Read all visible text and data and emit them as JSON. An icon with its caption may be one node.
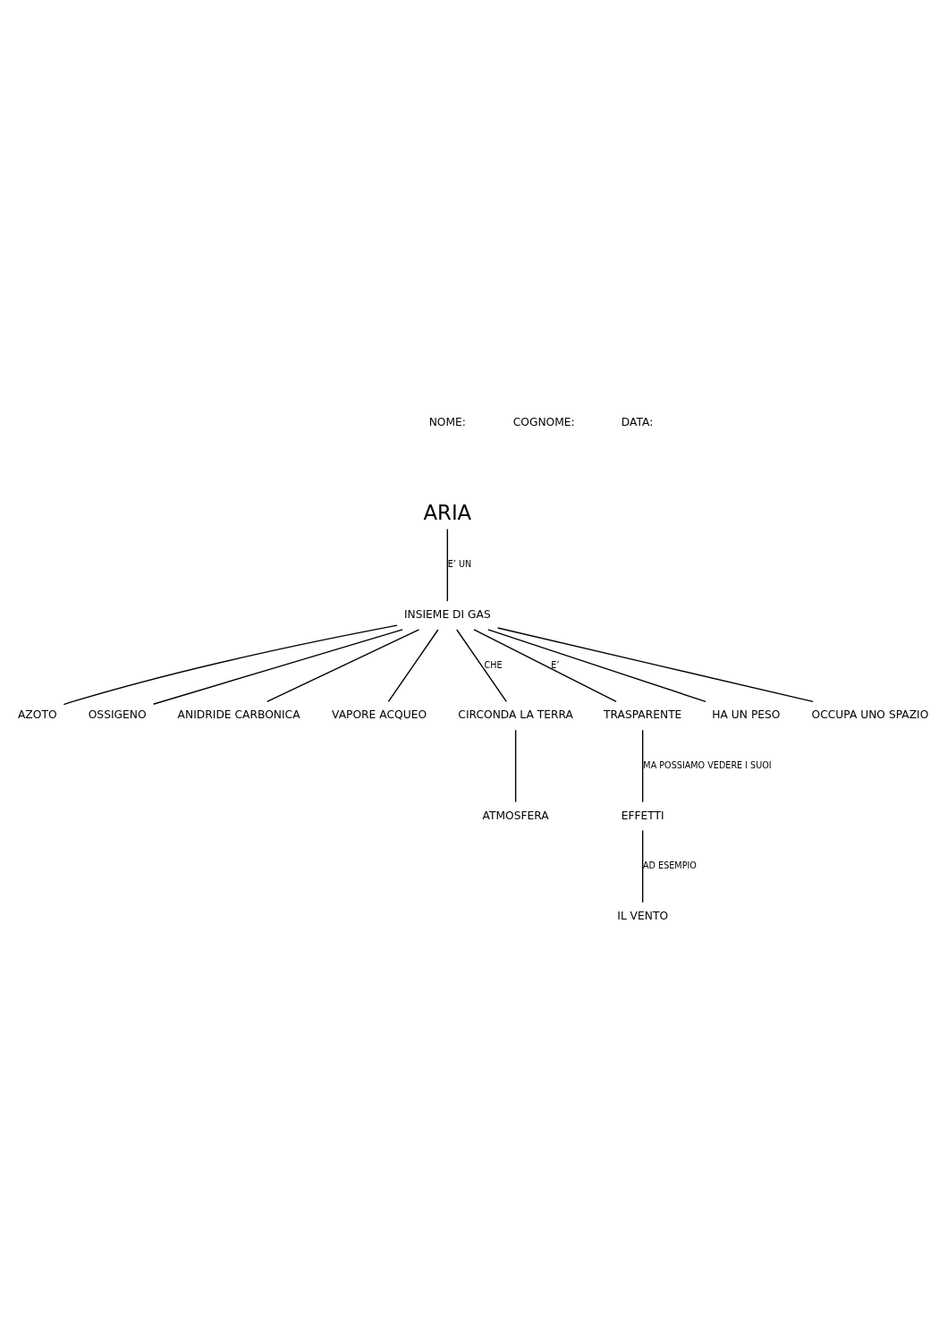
{
  "diagram": {
    "nodes": [
      {
        "text": [
          "ARIA"
        ]
      },
      {
        "text": [
          "INSIEME DI GAS"
        ]
      },
      {
        "text": [
          "AZOTO"
        ]
      },
      {
        "text": [
          "OSSIGENO"
        ]
      },
      {
        "text": [
          "ANIDRIDE CARBONICA"
        ]
      },
      {
        "text": [
          "VAPORE ACQUEO"
        ]
      },
      {
        "text": [
          "CIRCONDA LA TERRA"
        ]
      },
      {
        "text": [
          "TRASPARENTE"
        ]
      },
      {
        "text": [
          "ATMOSFERA"
        ]
      },
      {
        "text": [
          "EFFETTI"
        ]
      },
      {
        "text": [
          "IL VENTO"
        ]
      },
      {
        "text": [
          "HA UN PESO"
        ]
      },
      {
        "text": [
          "OCCUPA UNO SPAZIO"
        ]
      }
    ],
    "edges": [
      {
        "from": 0,
        "to": 1,
        "arrow": "none",
        "label": "E’ UN"
      },
      {
        "from": 1,
        "to": 2,
        "arrow": "none"
      },
      {
        "from": 1,
        "to": 3,
        "arrow": "none"
      },
      {
        "from": 1,
        "to": 4,
        "arrow": "none"
      },
      {
        "from": 1,
        "to": 5,
        "arrow": "none"
      },
      {
        "from": 1,
        "to": 6,
        "arrow": "none",
        "label": "CHE"
      },
      {
        "from": 1,
        "to": 7,
        "arrow": "none",
        "label": "E’"
      },
      {
        "from": 6,
        "to": 8,
        "arrow": "none"
      },
      {
        "from": 7,
        "to": 9,
        "arrow": "none",
        "label": "MA POSSIAMO VEDERE I SUOI"
      },
      {
        "from": 9,
        "to": 10,
        "arrow": "none",
        "label": "AD ESEMPIO"
      },
      {
        "from": 1,
        "to": 11,
        "arrow": "none"
      },
      {
        "from": 1,
        "to": 12,
        "arrow": "none"
      }
    ],
    "labels": [
      "NOME:",
      "COGNOME:",
      "DATA:"
    ]
  }
}
